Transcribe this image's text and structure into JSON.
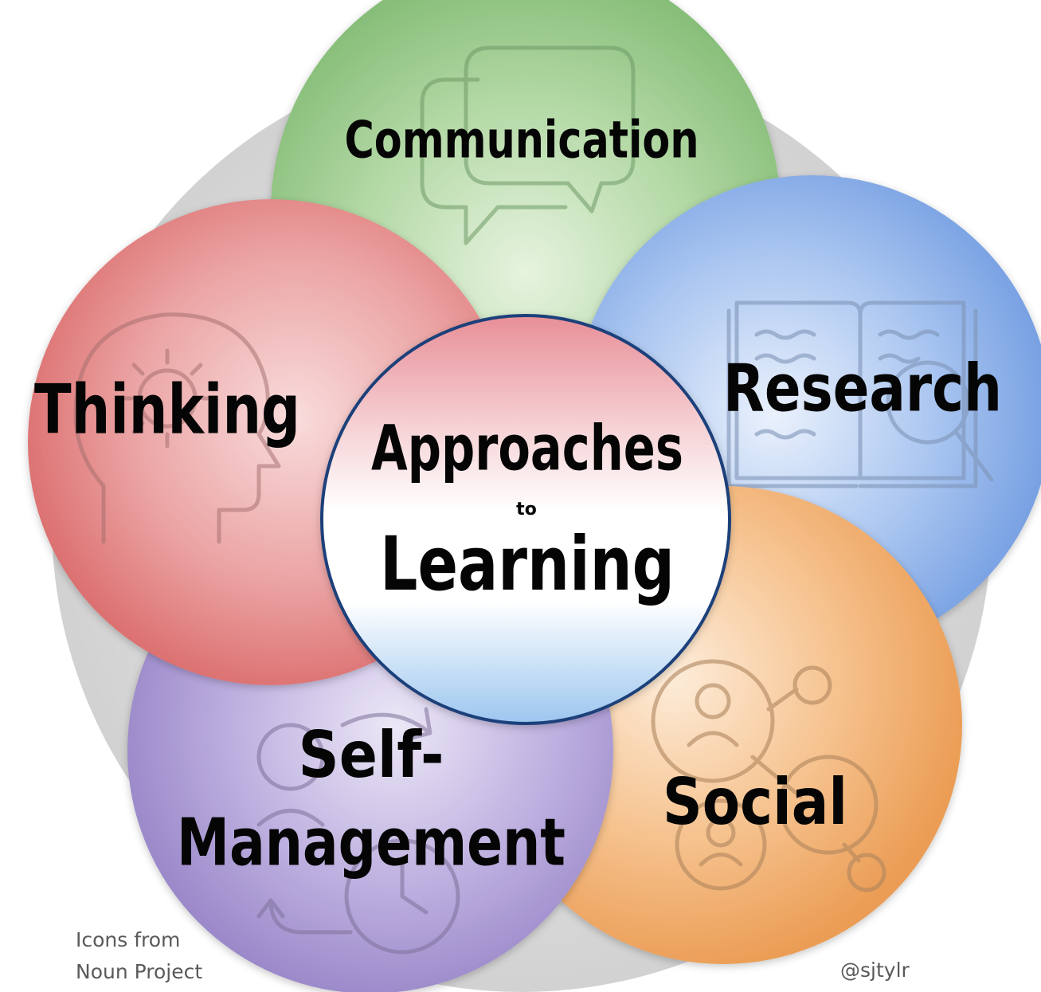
{
  "center": {
    "line1": "Approaches",
    "line2": "to",
    "line3": "Learning"
  },
  "categories": [
    {
      "key": "communication",
      "label": "Communication",
      "color": "#8fc483",
      "icon": "speech-bubbles-icon"
    },
    {
      "key": "research",
      "label": "Research",
      "color": "#7ea7e6",
      "icon": "book-magnifier-icon"
    },
    {
      "key": "social",
      "label": "Social",
      "color": "#f0a867",
      "icon": "people-network-icon"
    },
    {
      "key": "self_management",
      "label_line1": "Self-",
      "label_line2": "Management",
      "color": "#9f8ccb",
      "icon": "time-cycle-icon"
    },
    {
      "key": "thinking",
      "label": "Thinking",
      "color": "#e07a7a",
      "icon": "head-gear-icon"
    }
  ],
  "credits": {
    "icons_line1": "Icons from",
    "icons_line2": "Noun Project",
    "author": "@sjtylr"
  }
}
